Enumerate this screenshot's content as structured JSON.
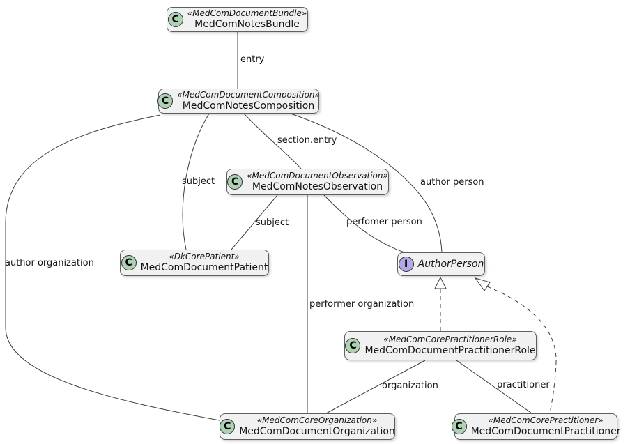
{
  "diagram": {
    "kind": "uml-class-diagram",
    "classes": [
      {
        "id": "bundle",
        "icon": "C",
        "stereotype": "«MedComDocumentBundle»",
        "name": "MedComNotesBundle"
      },
      {
        "id": "composition",
        "icon": "C",
        "stereotype": "«MedComDocumentComposition»",
        "name": "MedComNotesComposition"
      },
      {
        "id": "observation",
        "icon": "C",
        "stereotype": "«MedComDocumentObservation»",
        "name": "MedComNotesObservation"
      },
      {
        "id": "patient",
        "icon": "C",
        "stereotype": "«DkCorePatient»",
        "name": "MedComDocumentPatient"
      },
      {
        "id": "author-person",
        "icon": "I",
        "stereotype": "",
        "name": "AuthorPerson"
      },
      {
        "id": "practitioner-role",
        "icon": "C",
        "stereotype": "«MedComCorePractitionerRole»",
        "name": "MedComDocumentPractitionerRole"
      },
      {
        "id": "organization",
        "icon": "C",
        "stereotype": "«MedComCoreOrganization»",
        "name": "MedComDocumentOrganization"
      },
      {
        "id": "practitioner",
        "icon": "C",
        "stereotype": "«MedComCorePractitioner»",
        "name": "MedComDocumentPractitioner"
      }
    ],
    "edge_labels": [
      {
        "id": "entry",
        "text": "entry"
      },
      {
        "id": "section-entry",
        "text": "section.entry"
      },
      {
        "id": "subject-composition",
        "text": "subject"
      },
      {
        "id": "subject-observation",
        "text": "subject"
      },
      {
        "id": "author-person",
        "text": "author person"
      },
      {
        "id": "performer-person",
        "text": "perfomer person"
      },
      {
        "id": "author-organization",
        "text": "author organization"
      },
      {
        "id": "performer-organization",
        "text": "performer organization"
      },
      {
        "id": "organization",
        "text": "organization"
      },
      {
        "id": "practitioner",
        "text": "practitioner"
      }
    ],
    "colors": {
      "box_bg": "#f1f1f1",
      "box_border": "#5e5e5e",
      "line": "#3c3c3c",
      "class_icon_bg": "#ADD1B2",
      "interface_icon_bg": "#B4A7E5"
    }
  }
}
